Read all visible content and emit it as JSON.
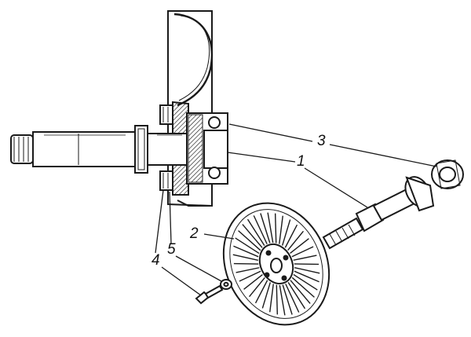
{
  "diagram": {
    "callouts": [
      {
        "id": "label-1",
        "text": "1"
      },
      {
        "id": "label-2",
        "text": "2"
      },
      {
        "id": "label-3",
        "text": "3"
      },
      {
        "id": "label-4",
        "text": "4"
      },
      {
        "id": "label-5",
        "text": "5"
      }
    ],
    "colors": {
      "ink": "#1a1a1a",
      "paper": "#ffffff"
    }
  }
}
